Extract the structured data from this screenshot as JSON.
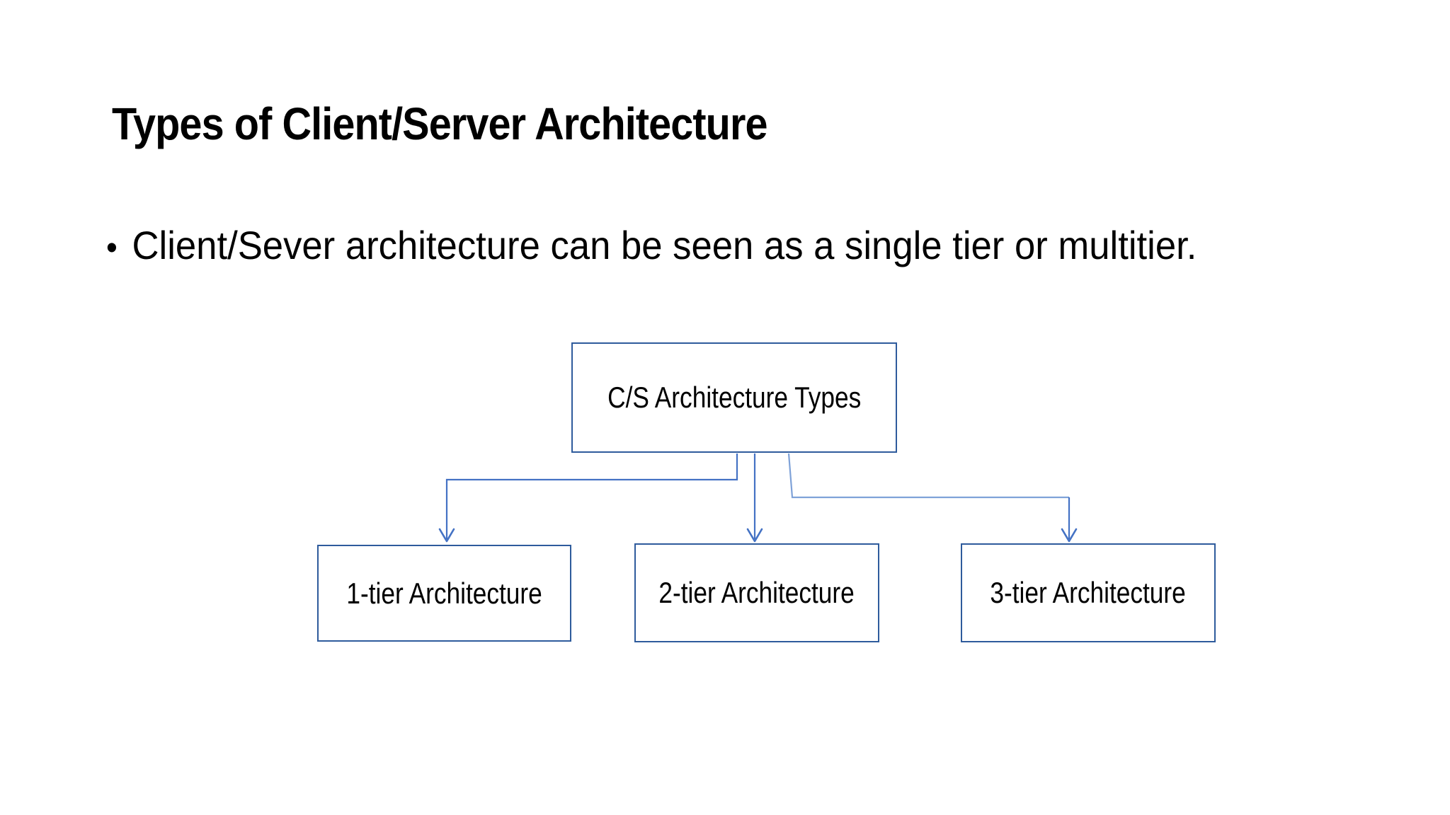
{
  "slide": {
    "title": "Types of Client/Server Architecture",
    "bullet_char": "•",
    "bullets": [
      "Client/Sever architecture can be seen as a single tier or multitier."
    ]
  },
  "diagram": {
    "root": {
      "label": "C/S Architecture Types"
    },
    "children": [
      {
        "label": "1-tier Architecture"
      },
      {
        "label": "2-tier Architecture"
      },
      {
        "label": "3-tier Architecture"
      }
    ]
  },
  "colors": {
    "background": "#ffffff",
    "text": "#000000",
    "boxBorder": "#2e5b9c",
    "boxFill": "#ffffff",
    "connector": "#4472c4",
    "connectorLight": "#7fa2d8"
  }
}
